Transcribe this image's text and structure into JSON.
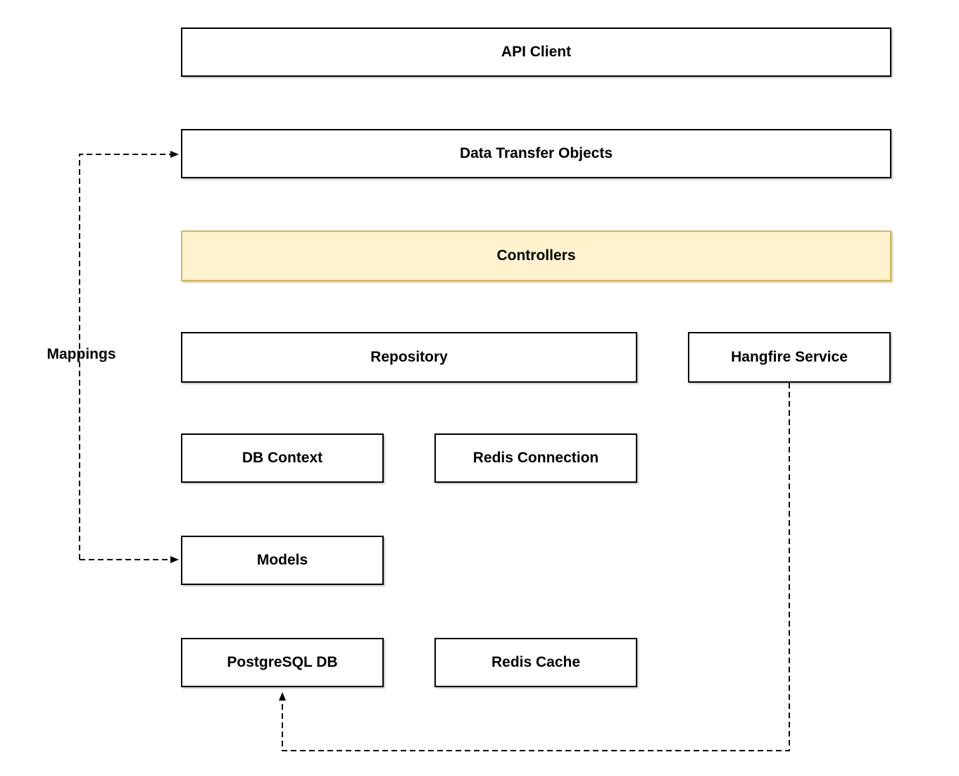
{
  "diagram": {
    "nodes": {
      "api_client": {
        "label": "API Client"
      },
      "data_transfer": {
        "label": "Data Transfer Objects"
      },
      "controllers": {
        "label": "Controllers",
        "highlighted": true
      },
      "repository": {
        "label": "Repository"
      },
      "hangfire": {
        "label": "Hangfire Service"
      },
      "db_context": {
        "label": "DB Context"
      },
      "redis_connection": {
        "label": "Redis Connection"
      },
      "models": {
        "label": "Models"
      },
      "postgresql": {
        "label": "PostgreSQL DB"
      },
      "redis_cache": {
        "label": "Redis Cache"
      }
    },
    "edges": {
      "mappings_label": "Mappings"
    }
  },
  "colors": {
    "box_fill": "#ffffff",
    "box_border": "#000000",
    "highlight_fill": "#fff2cc",
    "highlight_border": "#d6b656",
    "edge_color": "#000000"
  }
}
